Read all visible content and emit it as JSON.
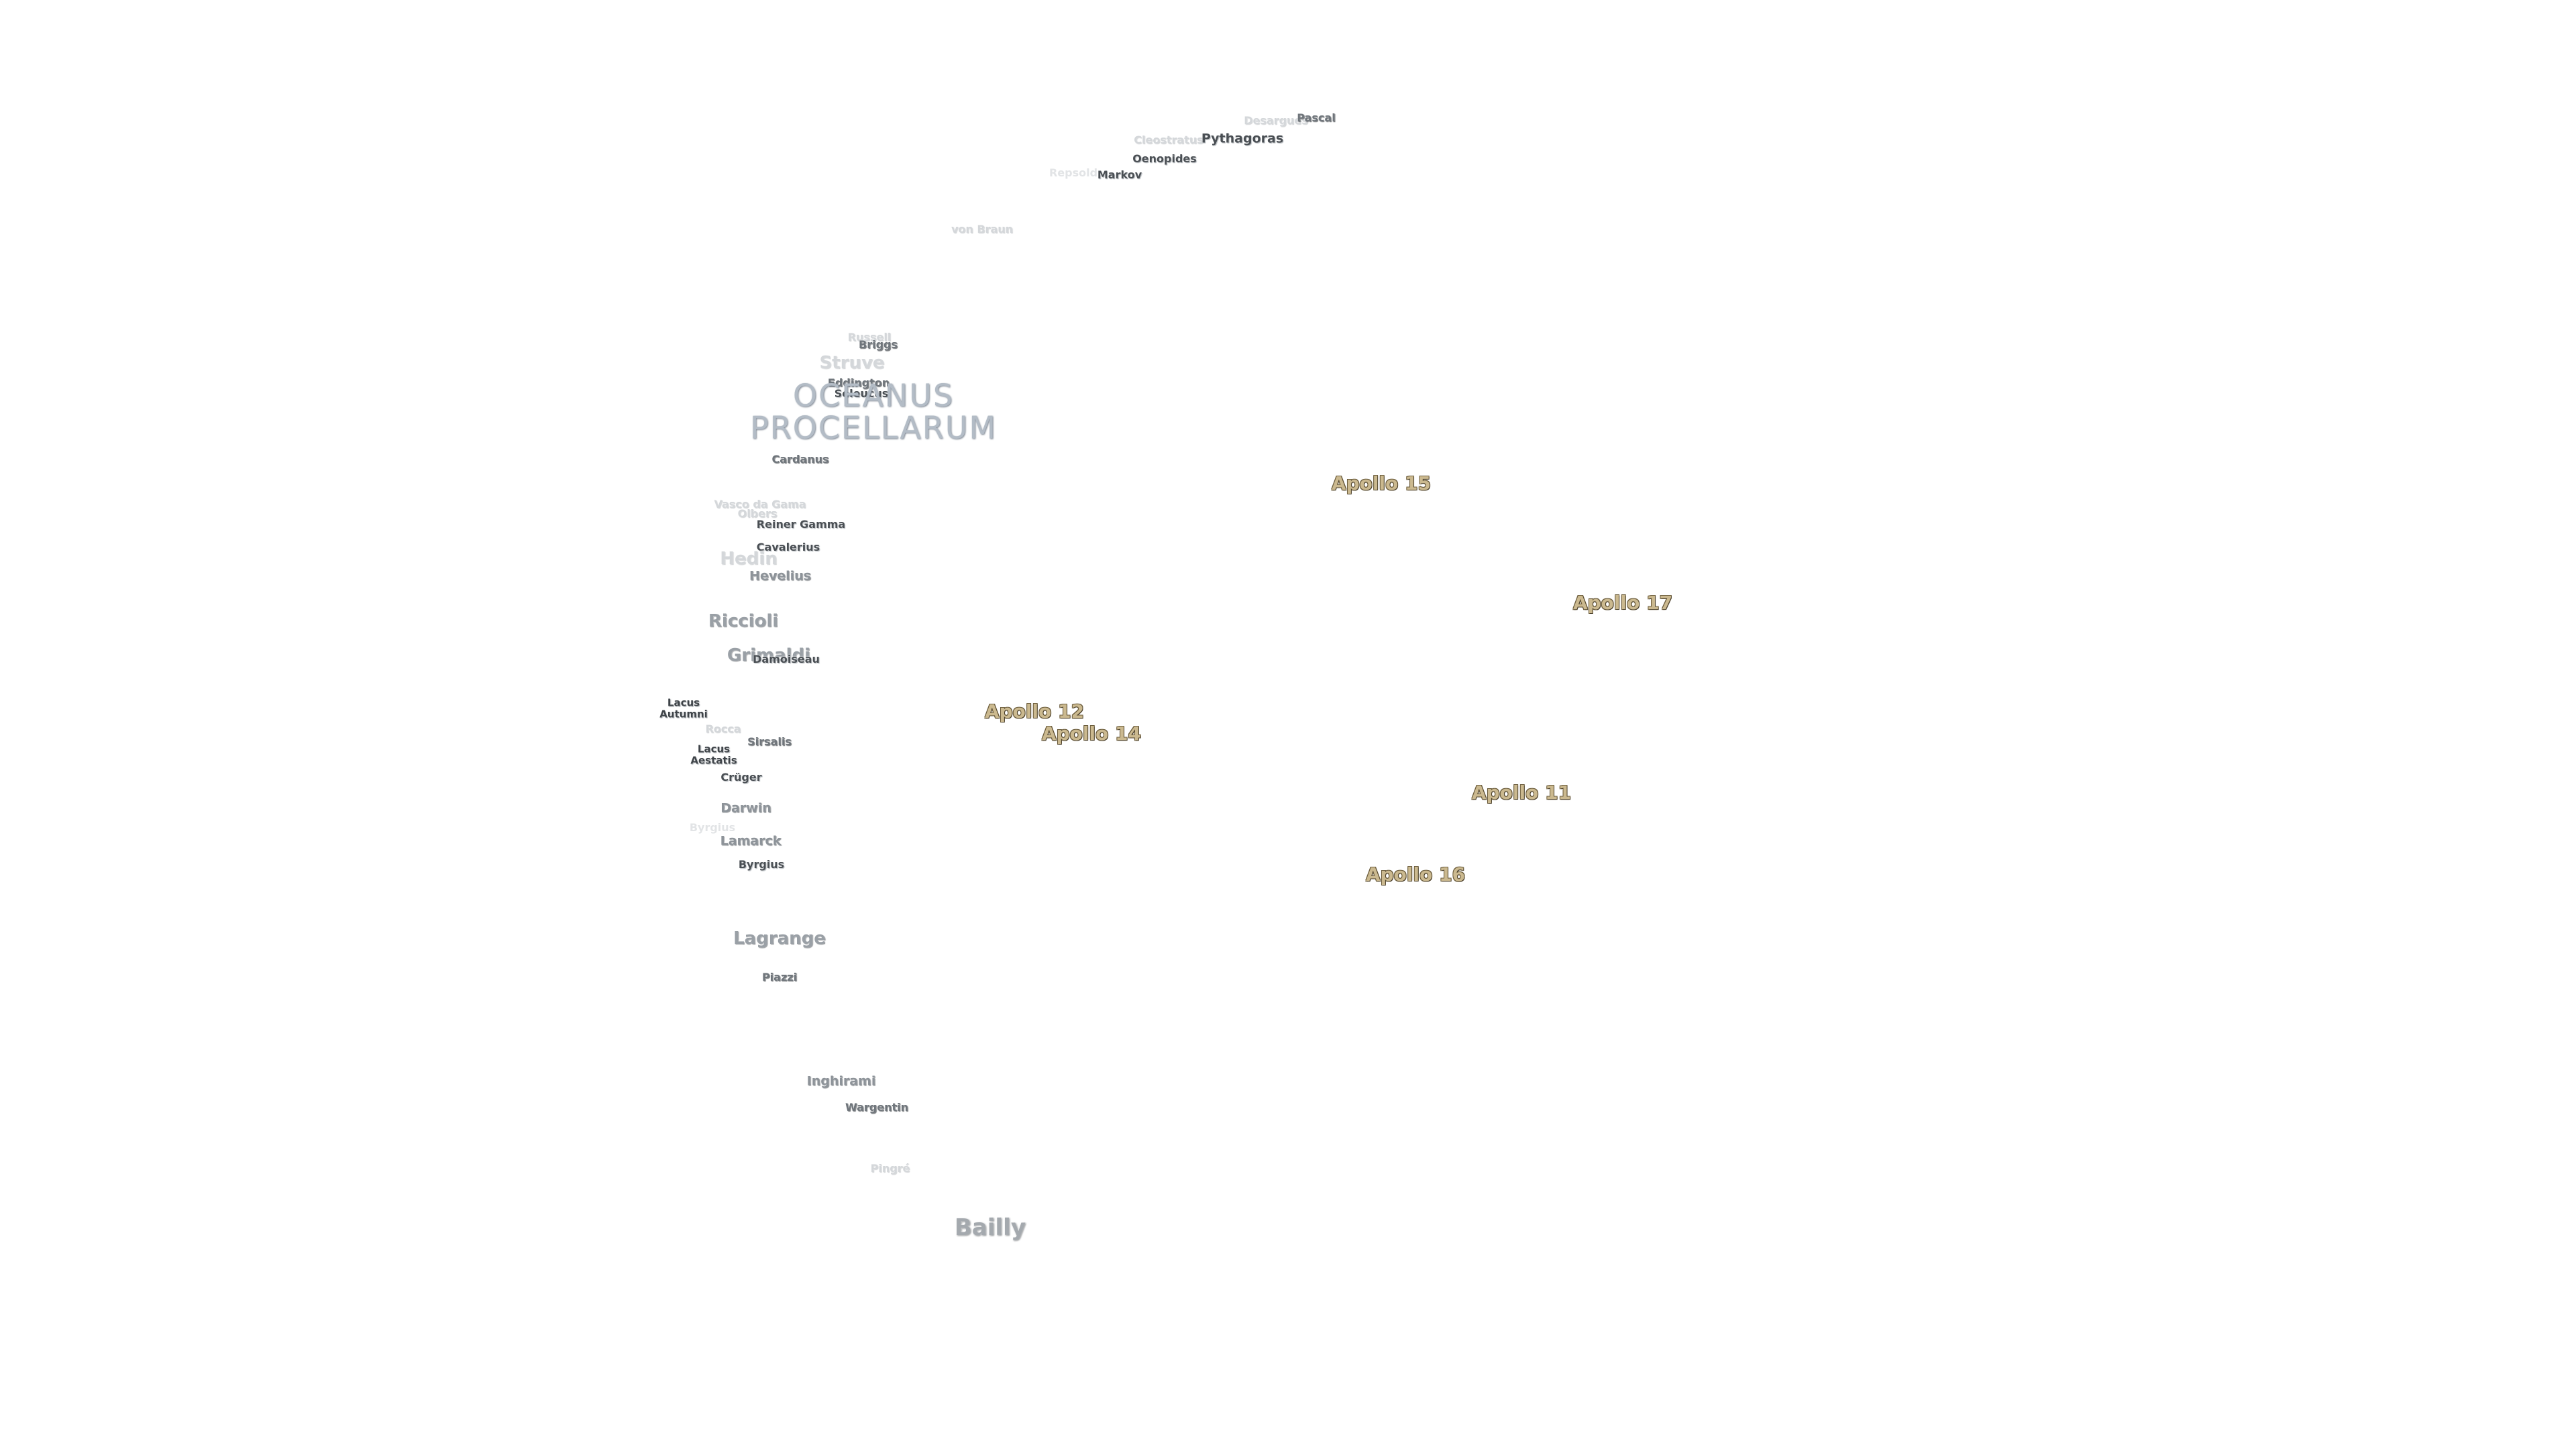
{
  "map": {
    "mare": {
      "name_line1": "OCEANUS",
      "name_line2": "PROCELLARUM"
    },
    "craters": {
      "pascal": "Pascal",
      "desargues": "Desargues",
      "cleostratus": "Cleostratus",
      "pythagoras": "Pythagoras",
      "oenopides": "Oenopides",
      "markov": "Markov",
      "repsold": "Repsold",
      "von_braun": "von Braun",
      "russell": "Russell",
      "briggs": "Briggs",
      "struve": "Struve",
      "eddington": "Eddington",
      "seleucus": "Seleucus",
      "cardanus": "Cardanus",
      "vasco_da_gama": "Vasco da Gama",
      "olbers": "Olbers",
      "reiner_gamma": "Reiner Gamma",
      "cavalerius": "Cavalerius",
      "hedin": "Hedin",
      "hevelius": "Hevelius",
      "riccioli": "Riccioli",
      "grimaldi": "Grimaldi",
      "damoiseau": "Damoiseau",
      "rocca": "Rocca",
      "sirsalis": "Sirsalis",
      "cruger": "Crüger",
      "darwin": "Darwin",
      "byrgius_small": "Byrgius",
      "lamarck": "Lamarck",
      "byrgius": "Byrgius",
      "lagrange": "Lagrange",
      "piazzi": "Piazzi",
      "inghirami": "Inghirami",
      "wargentin": "Wargentin",
      "pingre": "Pingré",
      "bailly": "Bailly"
    },
    "lacus": {
      "autumni_line1": "Lacus",
      "autumni_line2": "Autumni",
      "aestatis_line1": "Lacus",
      "aestatis_line2": "Aestatis"
    },
    "apollo_sites": {
      "apollo_11": "Apollo 11",
      "apollo_12": "Apollo 12",
      "apollo_14": "Apollo 14",
      "apollo_15": "Apollo 15",
      "apollo_16": "Apollo 16",
      "apollo_17": "Apollo 17"
    },
    "colors": {
      "background": "#ffffff",
      "crater_label": "#9aa0a6",
      "mare_label": "#b3bcc6",
      "apollo_label": "#cbb98f"
    }
  }
}
